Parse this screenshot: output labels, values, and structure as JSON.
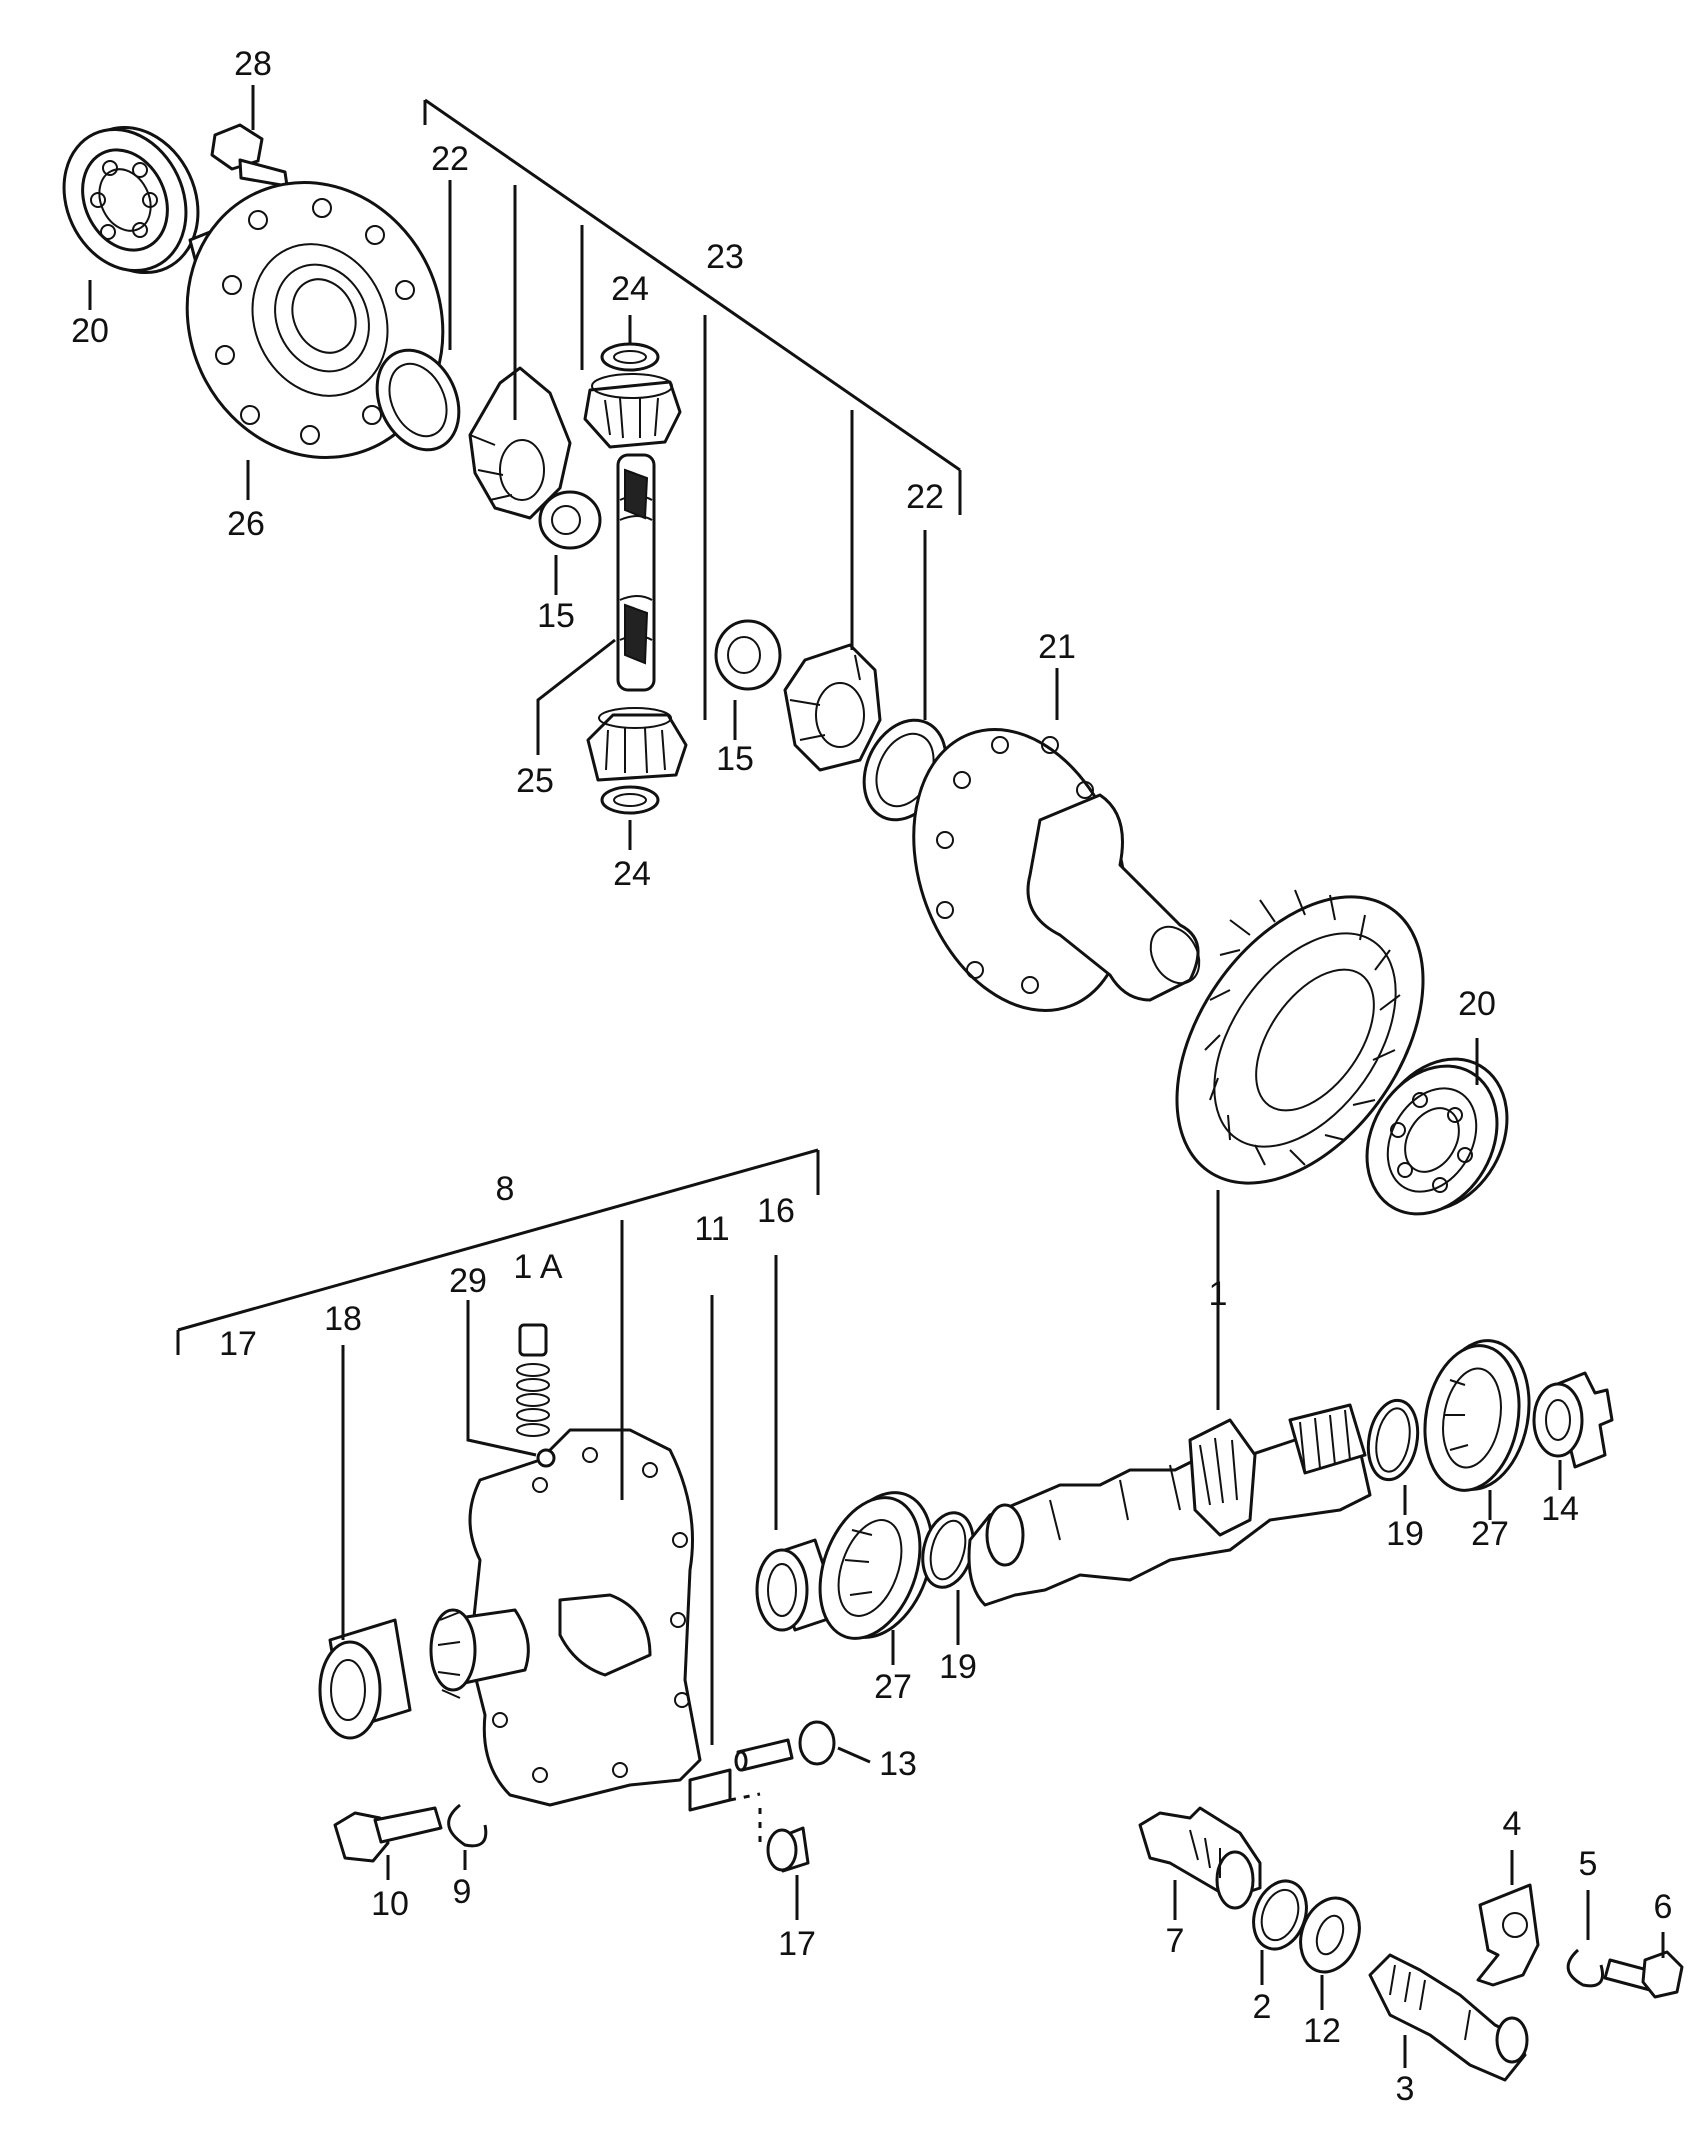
{
  "callouts": {
    "n28": "28",
    "n22_top": "22",
    "n23": "23",
    "n20_top": "20",
    "n24_top": "24",
    "n26": "26",
    "n15_left": "15",
    "n22_right": "22",
    "n21": "21",
    "n25": "25",
    "n15_mid": "15",
    "n24_bottom": "24",
    "n20_right": "20",
    "n8": "8",
    "n11": "11",
    "n16": "16",
    "n1A": "1 A",
    "n29": "29",
    "n17_top": "17",
    "n18": "18",
    "n1": "1",
    "n19_right": "19",
    "n27_right": "27",
    "n14": "14",
    "n27_mid": "27",
    "n19_mid": "19",
    "n13": "13",
    "n10": "10",
    "n9": "9",
    "n17_bottom": "17",
    "n4": "4",
    "n5": "5",
    "n6": "6",
    "n7": "7",
    "n2": "2",
    "n12": "12",
    "n3": "3"
  }
}
